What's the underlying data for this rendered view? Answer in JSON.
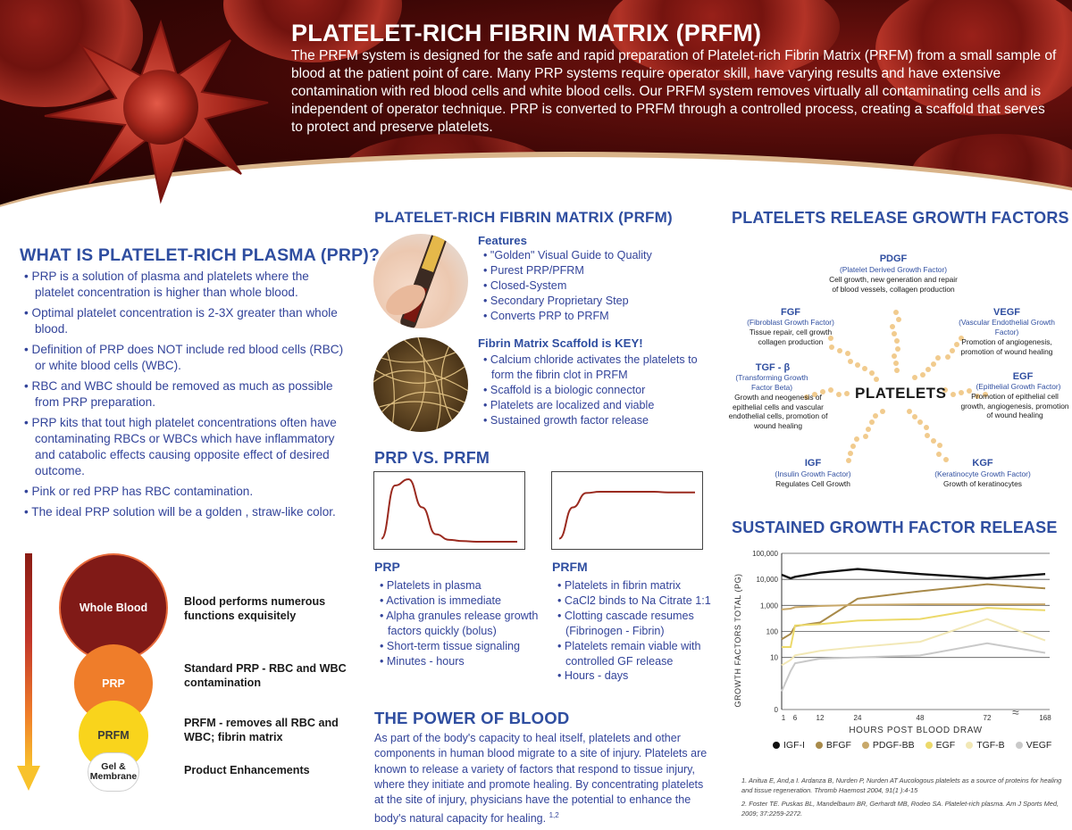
{
  "header": {
    "title": "PLATELET-RICH FIBRIN MATRIX (PRFM)",
    "intro": "The PRFM system is designed for the safe and rapid preparation of Platelet-rich Fibrin Matrix (PRFM) from a small sample of blood at the patient point of care. Many PRP systems require operator skill, have varying results and have extensive contamination with red blood cells and white blood cells. Our PRFM system removes virtually all contaminating cells and is independent of operator technique. PRP is converted to PRFM through a controlled process, creating a scaffold that serves to protect and preserve platelets."
  },
  "what_is_prp": {
    "title": "WHAT IS PLATELET-RICH PLASMA (PRP)?",
    "items": [
      "PRP is a solution of plasma and platelets where the platelet concentration is higher than whole blood.",
      "Optimal platelet concentration is 2-3X greater than whole blood.",
      "Definition of PRP does NOT include red blood cells (RBC) or white blood cells (WBC).",
      "RBC and WBC should be removed as much as possible from PRP preparation.",
      "PRP kits that tout high platelet concentrations often have contaminating RBCs or WBCs which have inflammatory and catabolic effects causing opposite effect of desired outcome.",
      "Pink or red PRP has RBC contamination.",
      "The ideal PRP solution will be a golden , straw-like color."
    ]
  },
  "blood_circles": [
    {
      "label": "Whole Blood",
      "desc": "Blood performs numerous functions exquisitely",
      "color": "#801a17"
    },
    {
      "label": "PRP",
      "desc": "Standard PRP - RBC and WBC contamination",
      "color": "#ef7d2a"
    },
    {
      "label": "PRFM",
      "desc": "PRFM - removes all RBC and WBC; fibrin matrix",
      "color": "#f9d41c"
    },
    {
      "label": "Gel & Membrane",
      "desc": "Product Enhancements",
      "color": "#ffffff"
    }
  ],
  "prfm_section": {
    "title": "PLATELET-RICH FIBRIN MATRIX (PRFM)",
    "features_title": "Features",
    "features": [
      "\"Golden\" Visual Guide to Quality",
      "Purest PRP/PFRM",
      "Closed-System",
      "Secondary Proprietary Step",
      "Converts PRP to PRFM"
    ],
    "scaffold_title": "Fibrin Matrix Scaffold is KEY!",
    "scaffold_items": [
      "Calcium chloride activates the platelets to form the fibrin clot in PRFM",
      "Scaffold is a biologic connector",
      "Platelets are localized and viable",
      "Sustained growth factor release"
    ]
  },
  "prp_vs_prfm": {
    "title": "PRP VS. PRFM",
    "prp_label": "PRP",
    "prp_items": [
      "Platelets in plasma",
      "Activation is immediate",
      "Alpha granules release growth factors quickly (bolus)",
      "Short-term tissue signaling",
      "Minutes - hours"
    ],
    "prfm_label": "PRFM",
    "prfm_items": [
      "Platelets in fibrin matrix",
      "CaCl2 binds to Na Citrate 1:1",
      "Clotting cascade resumes (Fibrinogen - Fibrin)",
      "Platelets remain viable with controlled GF release",
      "Hours - days"
    ]
  },
  "power_of_blood": {
    "title": "THE POWER OF BLOOD",
    "text": "As part of the body's capacity to heal itself, platelets and other components in human blood migrate to a site of injury. Platelets are known to release a variety of factors that respond to tissue injury, where they initiate and promote healing. By concentrating platelets at the site of injury, physicians have the potential to enhance the body's natural capacity for healing.",
    "refs": "1,2"
  },
  "growth_factors": {
    "title": "PLATELETS RELEASE GROWTH FACTORS",
    "center": "PLATELETS",
    "pdgf": {
      "name": "PDGF",
      "sub": "(Platelet Derived Growth Factor)",
      "desc": "Cell growth, new generation and repair of blood vessels, collagen production"
    },
    "fgf": {
      "name": "FGF",
      "sub": "(Fibroblast Growth Factor)",
      "desc": "Tissue repair, cell growth collagen production"
    },
    "vegf": {
      "name": "VEGF",
      "sub": "(Vascular Endothelial Growth Factor)",
      "desc": "Promotion of angiogenesis, promotion of wound healing"
    },
    "tgf": {
      "name": "TGF - β",
      "sub": "(Transforming Growth Factor Beta)",
      "desc": "Growth and neogenesis of epithelial cells and vascular endothelial cells, promotion of wound healing"
    },
    "egf": {
      "name": "EGF",
      "sub": "(Epithelial Growth Factor)",
      "desc": "Promotion of epithelial cell growth, angiogenesis, promotion of wound healing"
    },
    "igf": {
      "name": "IGF",
      "sub": "(Insulin Growth Factor)",
      "desc": "Regulates Cell Growth"
    },
    "kgf": {
      "name": "KGF",
      "sub": "(Keratinocyte Growth Factor)",
      "desc": "Growth of keratinocytes"
    }
  },
  "sustained": {
    "title": "SUSTAINED GROWTH FACTOR RELEASE",
    "references": [
      "1. Anitua E, And,a I. Ardanza B, Nurden P, Nurden AT Aucologous platelets as a source of proteins for healing and tissue regeneration. Thromb Haemost 2004, 91(1 ):4-15",
      "2. Foster TE. Puskas BL, Mandelbaum BR, Gerhardt MB, Rodeo SA. Platelet-rich plasma. Am J Sports Med, 2009; 37:2259-2272."
    ]
  },
  "chart_data": [
    {
      "type": "line",
      "title": "",
      "xlabel": "",
      "ylabel": "",
      "x": [
        0,
        1,
        2,
        3,
        4,
        5,
        6,
        7,
        8,
        9,
        10
      ],
      "series": [
        {
          "values": [
            0.05,
            0.9,
            1.0,
            0.55,
            0.12,
            0.03,
            0.01,
            0.0,
            0.0,
            0.0,
            0.0
          ]
        }
      ],
      "color": "#9a2a1f"
    },
    {
      "type": "line",
      "title": "",
      "xlabel": "",
      "ylabel": "",
      "x": [
        0,
        1,
        2,
        3,
        4,
        5,
        6,
        7,
        8,
        9,
        10
      ],
      "series": [
        {
          "values": [
            0.05,
            0.55,
            0.78,
            0.8,
            0.8,
            0.8,
            0.8,
            0.8,
            0.79,
            0.79,
            0.79
          ]
        }
      ],
      "color": "#9a2a1f"
    },
    {
      "type": "line",
      "title": "",
      "xlabel": "HOURS POST BLOOD DRAW",
      "ylabel": "GROWTH FACTORS TOTAL (PG)",
      "log_y": true,
      "y_ticks": [
        "0",
        "10",
        "100",
        "1,000",
        "10,000",
        "100,000"
      ],
      "x_ticks": [
        "1",
        "6",
        "12",
        "24",
        "48",
        "72",
        "168"
      ],
      "series": [
        {
          "name": "IGF-I",
          "color": "#111111",
          "values": [
            15000,
            11000,
            12500,
            18000,
            25000,
            16000,
            11000,
            16000
          ]
        },
        {
          "name": "BFGF",
          "color": "#a88a4a",
          "values": [
            50,
            80,
            160,
            220,
            1800,
            3500,
            6500,
            4500
          ]
        },
        {
          "name": "PDGF-BB",
          "color": "#c8a86a",
          "values": [
            700,
            750,
            850,
            950,
            1050,
            1100,
            1100,
            1100
          ]
        },
        {
          "name": "EGF",
          "color": "#ecd96a",
          "values": [
            25,
            25,
            170,
            190,
            260,
            300,
            800,
            650
          ]
        },
        {
          "name": "TGF-B",
          "color": "#f2e8b6",
          "values": [
            5,
            8,
            12,
            18,
            25,
            40,
            300,
            45
          ]
        },
        {
          "name": "VEGF",
          "color": "#c9c9c9",
          "values": [
            0.5,
            3,
            6,
            9,
            10,
            12,
            35,
            15
          ]
        }
      ]
    }
  ]
}
